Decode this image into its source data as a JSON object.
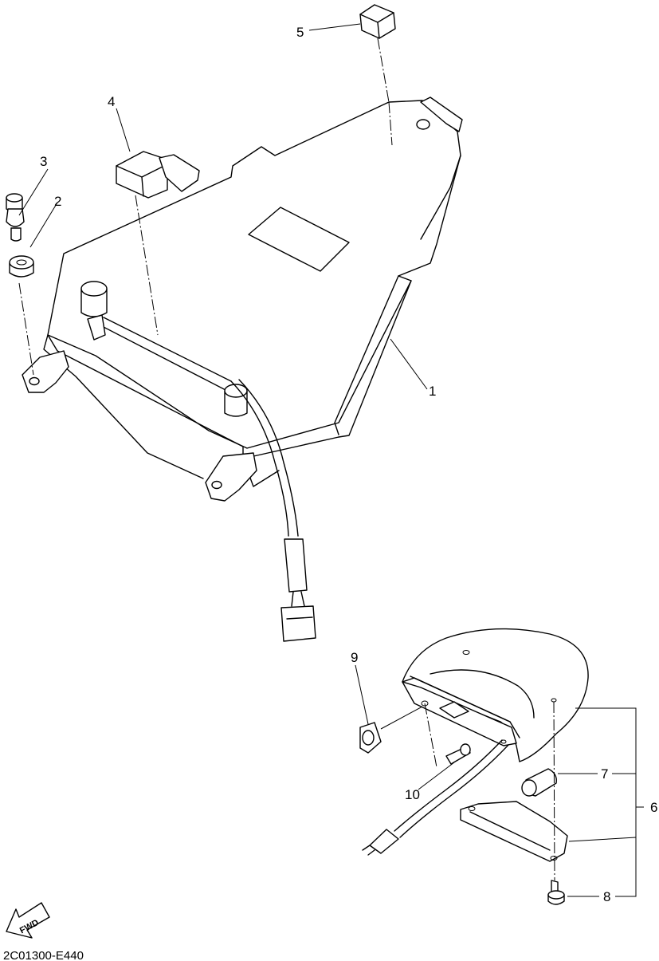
{
  "callouts": {
    "c1": "1",
    "c2": "2",
    "c3": "3",
    "c4": "4",
    "c5": "5",
    "c6": "6",
    "c7": "7",
    "c8": "8",
    "c9": "9",
    "c10": "10"
  },
  "fwd_label": "FWD",
  "diagram_code": "2C01300-E440",
  "icons": {
    "direction": "fwd-arrow-icon"
  }
}
